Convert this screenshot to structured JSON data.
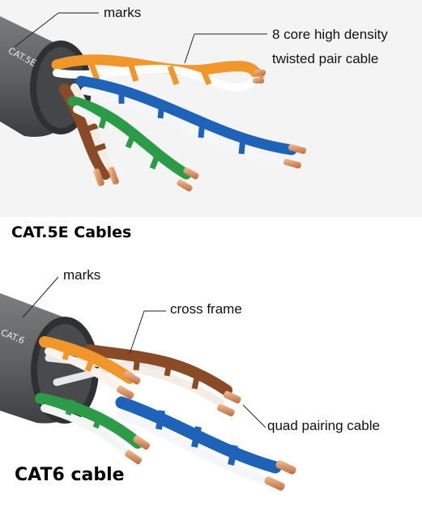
{
  "top_figure": {
    "jacket_print": "CAT.5E",
    "callouts": {
      "marks": "marks",
      "core_line1": "8 core high density",
      "core_line2": "twisted pair cable"
    },
    "caption": "CAT.5E Cables"
  },
  "bottom_figure": {
    "jacket_print": "CAT.6",
    "callouts": {
      "marks": "marks",
      "cross_frame": "cross frame",
      "quad_pairing": "quad pairing cable"
    },
    "caption": "CAT6 cable"
  },
  "colors": {
    "jacket": "#5f6062",
    "orange": "#f0962a",
    "brown": "#8a4a26",
    "green": "#2c9b48",
    "blue": "#1f63b8",
    "copper": "#d88a5a"
  }
}
